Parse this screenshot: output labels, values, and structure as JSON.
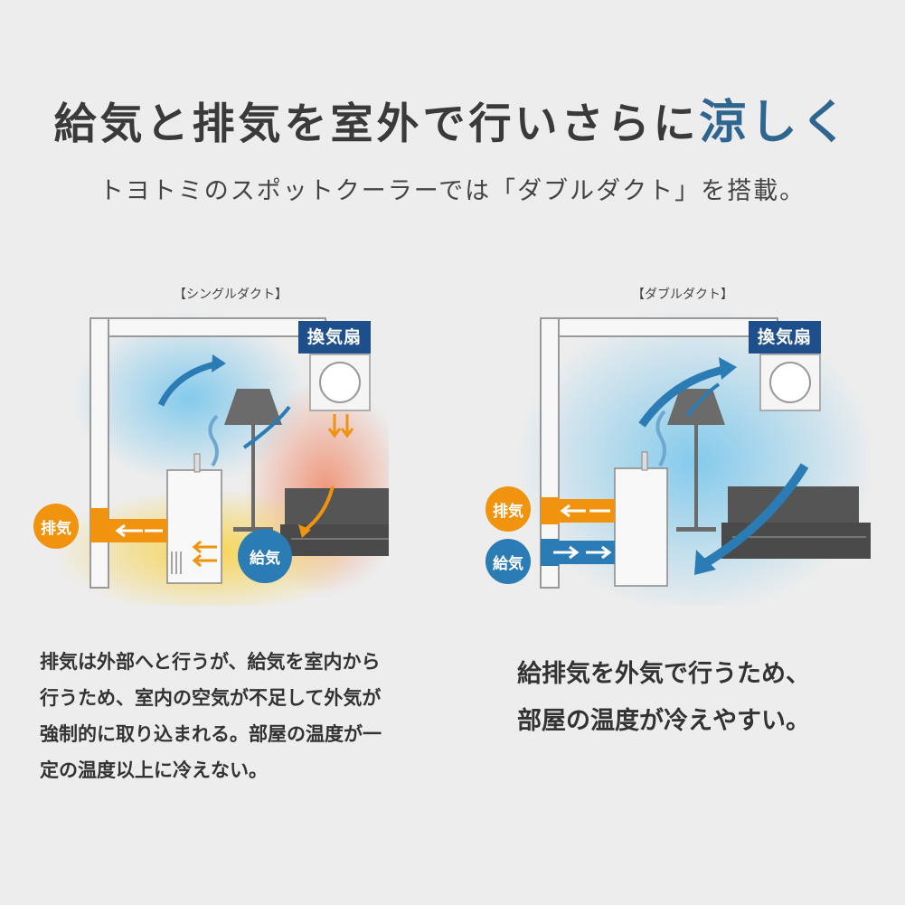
{
  "header": {
    "headline_main": "給気と排気を室外で行いさらに",
    "headline_accent": "涼しく",
    "subhead": "トヨトミのスポットクーラーでは「ダブルダクト」を搭載。"
  },
  "colors": {
    "accent_blue": "#2f6690",
    "exhaust_orange": "#f0930f",
    "intake_blue": "#2b7bb4",
    "fan_label_navy": "#1f4f8a"
  },
  "single_duct": {
    "label": "【シングルダクト】",
    "fan_label": "換気扇",
    "exhaust_label": "排気",
    "intake_label": "給気",
    "description": [
      "排気は外部へと行うが、給気を室内から",
      "行うため、室内の空気が不足して外気が",
      "強制的に取り込まれる。部屋の温度が一",
      "定の温度以上に冷えない。"
    ]
  },
  "double_duct": {
    "label": "【ダブルダクト】",
    "fan_label": "換気扇",
    "exhaust_label": "排気",
    "intake_label": "給気",
    "description": [
      "給排気を外気で行うため、",
      "部屋の温度が冷えやすい。"
    ]
  }
}
